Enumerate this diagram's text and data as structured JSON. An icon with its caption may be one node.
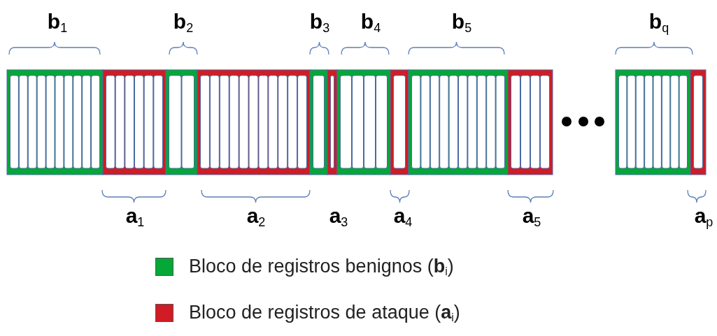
{
  "diagram": {
    "labels": [
      "b$_{1}$",
      "b$_{2}$",
      "b$_{3}$",
      "b$_{4}$",
      "b$_{5}$",
      "b$_{q}$",
      "a$_{1}$",
      "a$_{2}$",
      "a$_{3}$",
      "a$_{4}$",
      "a$_{5}$",
      "a$_{p}$"
    ],
    "legend": [
      {
        "text": "Bloco de registros benignos (**b**$_{i}$)",
        "color": "#05a836"
      },
      {
        "text": "Bloco de registros de ataque (**a**$_{i}$)",
        "color": "#d01c24"
      }
    ]
  }
}
